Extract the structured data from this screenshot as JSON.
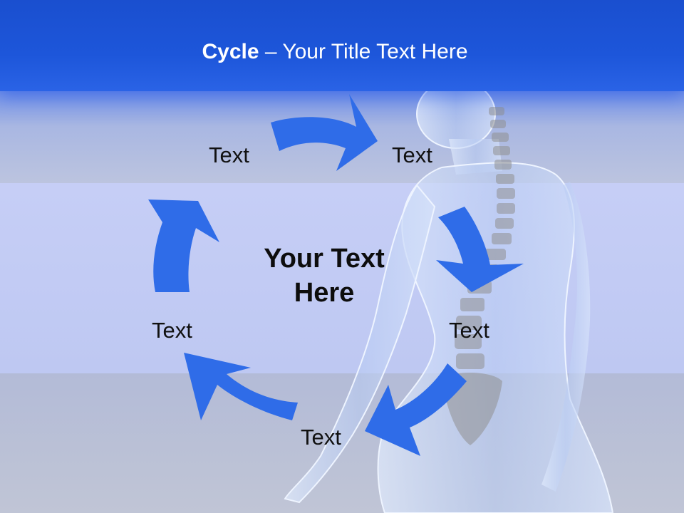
{
  "title": {
    "bold": "Cycle",
    "rest": " – Your Title Text Here"
  },
  "center_text": {
    "line1": "Your Text",
    "line2": "Here"
  },
  "cycle_labels": [
    "Text",
    "Text",
    "Text",
    "Text",
    "Text"
  ],
  "colors": {
    "title_bar": "#1d56da",
    "arrow": "#2f6ce8",
    "text": "#111111"
  },
  "decoration": "skeleton-figure-illustration"
}
